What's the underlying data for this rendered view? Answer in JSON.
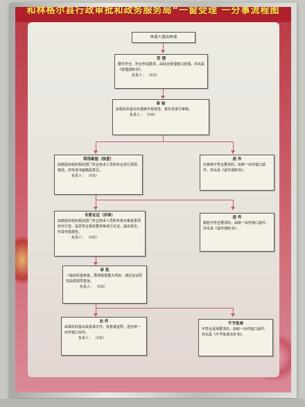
{
  "poster": {
    "title": "和林格尔县行政审批和政务服务局“一窗受理 一分事流程图"
  },
  "flow": {
    "start": "申请人提出申请",
    "accept": {
      "title": "受 理",
      "body": "要件齐全、符合申请要求，由综合受理窗口受理，并出具《受理通知书》。",
      "resp": "负责人：   （X日）"
    },
    "review": {
      "title": "审 核",
      "body": "由相关科室对办理条件有效性、真实性进行审核。",
      "resp": "负责人：   （X日）"
    },
    "inspect": {
      "title": "现场勘验（核查）",
      "body": "由勘验科组织相关部门专业技术人员和专业进行现场勘验，并形成书面勘验意见。",
      "resp": "负责人：   （X日）"
    },
    "return1": {
      "title": "退 件",
      "body": "对审核不符合要求的，由统一出件窗口退件，并出具《退件通知书》。"
    },
    "expert": {
      "title": "专家论证（评审）",
      "body": "由勘验科组织相关部门专业技术人员和专家对审批事项的可行性、是否符合相关要求等进行论证，提出意见，形成专题报告。",
      "resp": "负责人：   （X日）"
    },
    "return2": {
      "title": "退 件",
      "body": "勘验不符合要求的，由统一出件窗口退件，并出具《退件通知书》。"
    },
    "approve": {
      "title": "审 批",
      "body": "一般由科室审批，再特殊或重大项目，通过会议研究由局领导签批。",
      "resp": "负责人：   （X日）"
    },
    "issue": {
      "title": "出 件",
      "body": "由相关科室出具批准文件，批复或证照，送交统一出件窗口出件。",
      "resp": "负责人：   （X日）"
    },
    "reject": {
      "title": "不予批准",
      "body": "不符合批准要求的，由统一出件窗口退件，并出具《不予批准决定书》。"
    }
  }
}
